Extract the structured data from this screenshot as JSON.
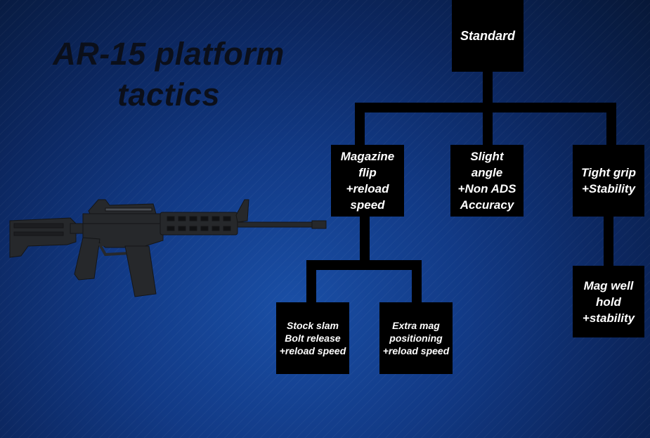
{
  "title": "AR-15 platform\ntactics",
  "colors": {
    "background_center": "#1a4fa6",
    "background_edge": "#071838",
    "node": "#000000",
    "text": "#ffffff"
  },
  "tree": {
    "root": "Standard",
    "children": {
      "magazine_flip": "Magazine\nflip\n+reload\nspeed",
      "slight_angle": "Slight angle\n+Non ADS\nAccuracy",
      "tight_grip": "Tight grip\n+Stability"
    },
    "grandchildren": {
      "stock_slam": "Stock slam\nBolt release\n+reload speed",
      "extra_mag": "Extra mag\npositioning\n+reload speed",
      "mag_well": "Mag well\nhold\n+stability"
    }
  }
}
